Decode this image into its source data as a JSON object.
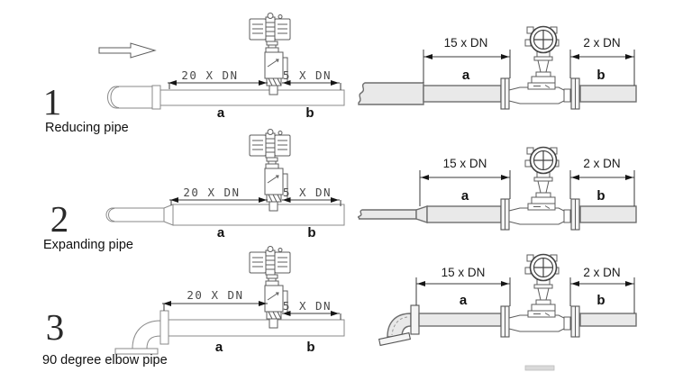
{
  "figure": {
    "title_hint": "Flow meter straight-run installation requirements",
    "icons": {
      "flow_direction": "right-arrow-icon"
    },
    "colors": {
      "pipe_fill": "#e9e9e9",
      "line_light": "#8a8a8a",
      "line_dark": "#3a3a3a",
      "background": "#ffffff"
    },
    "rows": [
      {
        "number": "1",
        "caption": "Reducing pipe",
        "left": {
          "dim_upstream": "20 X DN",
          "dim_downstream": "5 X DN",
          "label_upstream": "a",
          "label_downstream": "b"
        },
        "right": {
          "dim_upstream": "15 x DN",
          "dim_downstream": "2 x DN",
          "label_upstream": "a",
          "label_downstream": "b"
        }
      },
      {
        "number": "2",
        "caption": "Expanding pipe",
        "left": {
          "dim_upstream": "20 X DN",
          "dim_downstream": "5 X DN",
          "label_upstream": "a",
          "label_downstream": "b"
        },
        "right": {
          "dim_upstream": "15 x DN",
          "dim_downstream": "2 x DN",
          "label_upstream": "a",
          "label_downstream": "b"
        }
      },
      {
        "number": "3",
        "caption": "90 degree elbow pipe",
        "left": {
          "dim_upstream": "20 X DN",
          "dim_downstream": "5 X DN",
          "label_upstream": "a",
          "label_downstream": "b"
        },
        "right": {
          "dim_upstream": "15 x DN",
          "dim_downstream": "2 x DN",
          "label_upstream": "a",
          "label_downstream": "b"
        }
      }
    ]
  }
}
